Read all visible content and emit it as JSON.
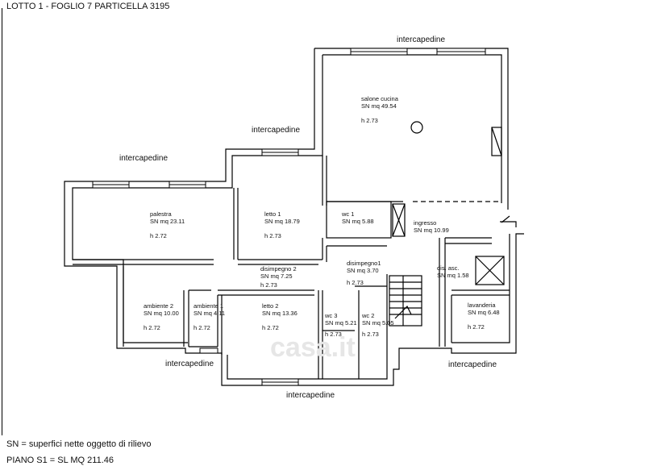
{
  "header": {
    "title": "LOTTO 1 - FOGLIO 7 PARTICELLA 3195"
  },
  "external_labels": {
    "top": "intercapedine",
    "mid": "intercapedine",
    "left": "intercapedine",
    "bottom_left": "intercapedine",
    "bottom": "intercapedine",
    "bottom_right": "intercapedine"
  },
  "rooms": [
    {
      "name": "salone cucina",
      "area": "SN mq 49.54",
      "height": "h 2.73"
    },
    {
      "name": "palestra",
      "area": "SN mq 23.11",
      "height": "h 2.72"
    },
    {
      "name": "letto 1",
      "area": "SN mq 18.79",
      "height": "h 2.73"
    },
    {
      "name": "wc 1",
      "area": "SN mq 5.88",
      "height": ""
    },
    {
      "name": "ingresso",
      "area": "SN mq 10.99",
      "height": ""
    },
    {
      "name": "disimpegno 2",
      "area": "SN mq 7.25",
      "height": "h 2.73"
    },
    {
      "name": "disimpegno1",
      "area": "SN mq 3.70",
      "height": "h 2.73"
    },
    {
      "name": "dis. asc.",
      "area": "SN mq 1.58",
      "height": ""
    },
    {
      "name": "ambiente 2",
      "area": "SN mq 10.00",
      "height": "h 2.72"
    },
    {
      "name": "ambiente 1",
      "area": "SN mq 4.11",
      "height": "h 2.72"
    },
    {
      "name": "letto 2",
      "area": "SN mq 13.36",
      "height": "h 2.72"
    },
    {
      "name": "wc 3",
      "area": "SN mq 5.21",
      "height": "h 2.73"
    },
    {
      "name": "wc 2",
      "area": "SN mq 5.05",
      "height": "h 2.73"
    },
    {
      "name": "lavanderia",
      "area": "SN mq 6.48",
      "height": "h 2.72"
    }
  ],
  "watermark": "casa.it",
  "footer": {
    "legend": "SN = superfici nette oggetto di rilievo",
    "total": "PIANO S1 = SL MQ 211.46"
  }
}
